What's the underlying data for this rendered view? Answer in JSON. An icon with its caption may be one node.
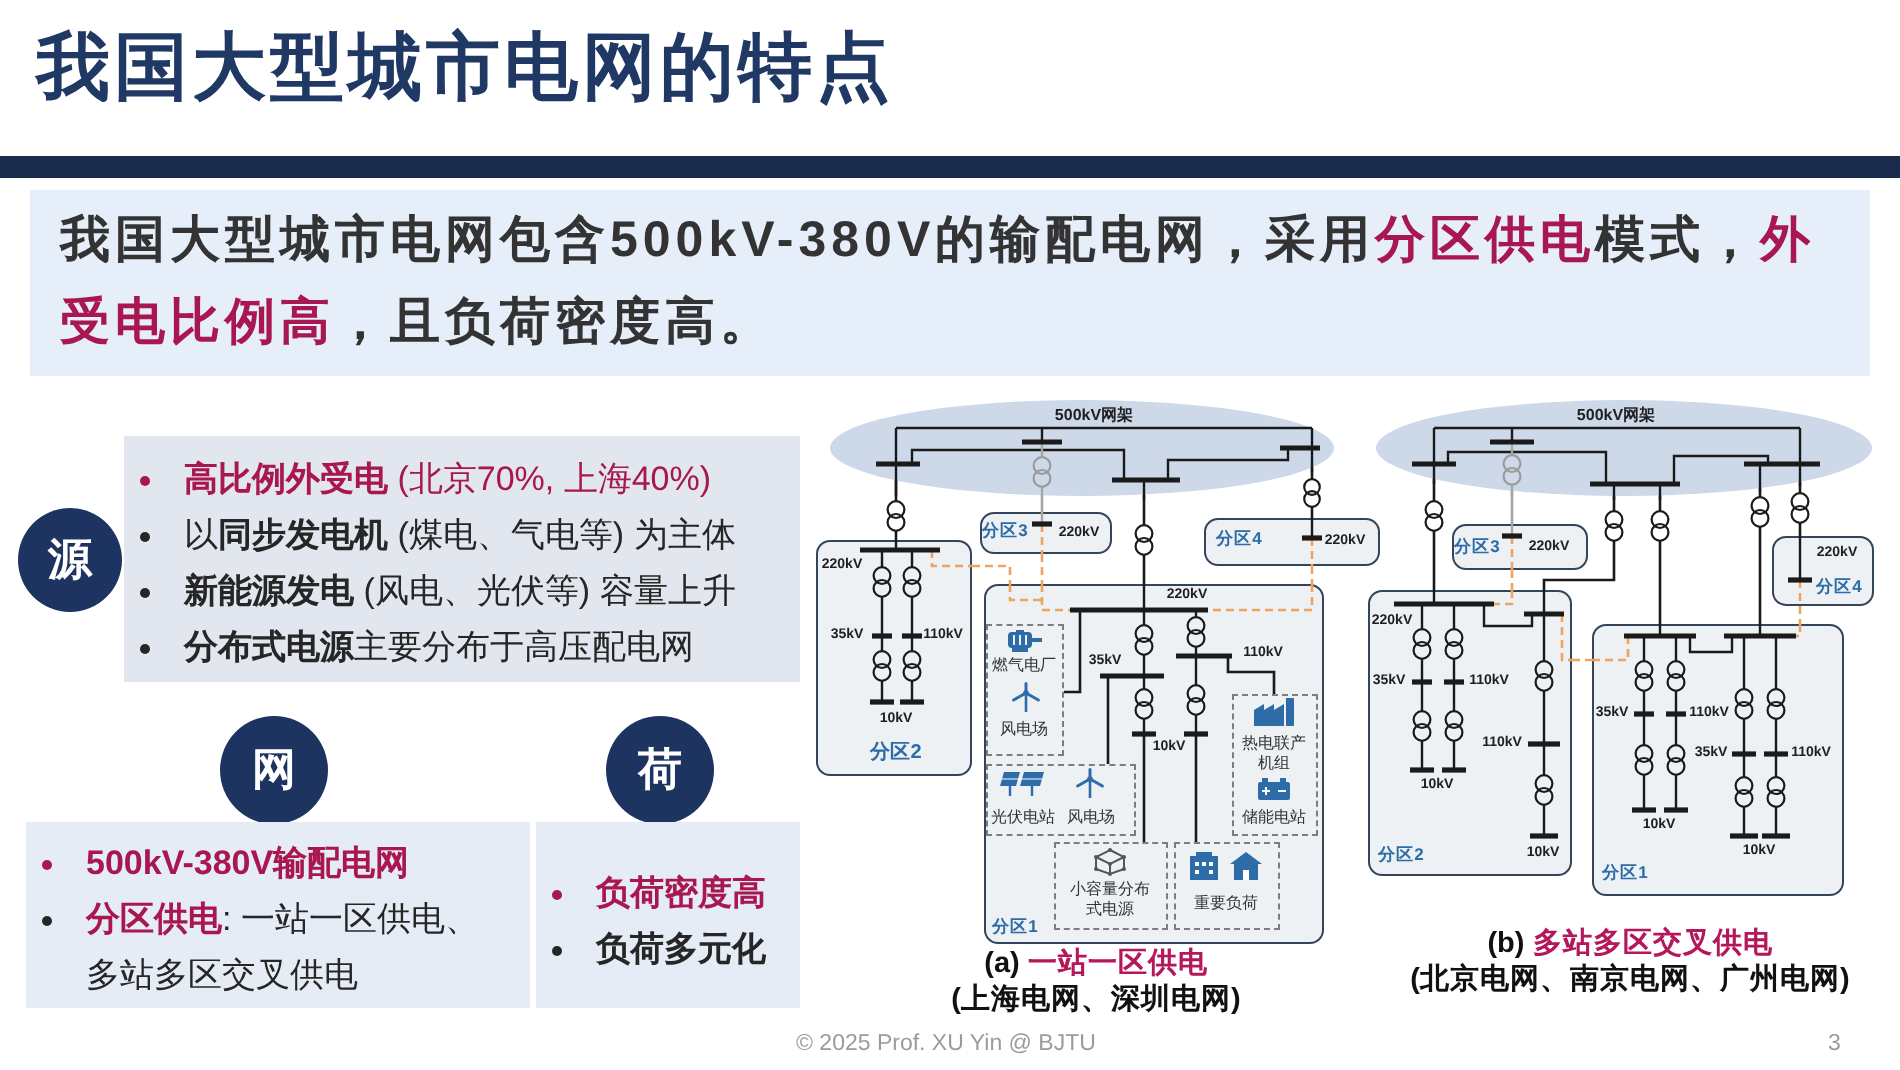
{
  "diagram": {
    "title": "我国大型城市电网的特点",
    "nodes": [
      {
        "text": [
          "源"
        ]
      },
      {
        "text": [
          "**高比例外受电** (北京70%, 上海40%)",
          "以**同步发电机** (煤电、气电等) 为主体",
          "**新能源发电** (风电、光伏等) 容量上升",
          "**分布式电源**主要分布于高压配电网"
        ]
      },
      {
        "text": [
          "网"
        ]
      },
      {
        "text": [
          "荷"
        ]
      },
      {
        "text": [
          "500kV-380V输配电网",
          "**分区供电**: 一站一区供电、多站多区交叉供电"
        ]
      },
      {
        "text": [
          "负荷密度高",
          "负荷多元化"
        ]
      },
      {
        "text": [
          "500kV网架"
        ]
      },
      {
        "text": [
          "分区3",
          "220kV"
        ]
      },
      {
        "text": [
          "分区4",
          "220kV"
        ]
      },
      {
        "text": [
          "220kV",
          "35kV",
          "110kV",
          "10kV",
          "分区2"
        ]
      },
      {
        "text": [
          "220kV",
          "35kV",
          "110kV",
          "10kV",
          "分区1"
        ]
      },
      {
        "text": [
          "燃气电厂",
          "风电场"
        ],
        "in": 10
      },
      {
        "text": [
          "热电联产机组",
          "储能电站"
        ],
        "in": 10
      },
      {
        "text": [
          "光伏电站",
          "风电场"
        ],
        "in": 10
      },
      {
        "text": [
          "小容量分布式电源"
        ],
        "in": 10
      },
      {
        "text": [
          "重要负荷"
        ],
        "in": 10
      },
      {
        "text": [
          "500kV网架"
        ]
      },
      {
        "text": [
          "分区3",
          "220kV"
        ]
      },
      {
        "text": [
          "220kV",
          "分区4"
        ]
      },
      {
        "text": [
          "220kV",
          "35kV",
          "110kV",
          "110kV",
          "10kV",
          "分区2",
          "10kV"
        ]
      },
      {
        "text": [
          "35kV",
          "110kV",
          "35kV",
          "110kV",
          "10kV",
          "10kV",
          "分区1"
        ]
      }
    ],
    "edges": [
      {
        "from": 6,
        "to": 9,
        "arrow": "none"
      },
      {
        "from": 6,
        "to": 7,
        "arrow": "none",
        "color": "#a6a6a6"
      },
      {
        "from": 6,
        "to": 10,
        "arrow": "none"
      },
      {
        "from": 6,
        "to": 8,
        "arrow": "none"
      },
      {
        "from": 9,
        "to": 10,
        "arrow": "none",
        "style": "dashed",
        "color": "#f0a35e"
      },
      {
        "from": 7,
        "to": 10,
        "arrow": "none",
        "style": "dashed",
        "color": "#f0a35e"
      },
      {
        "from": 8,
        "to": 10,
        "arrow": "none",
        "style": "dashed",
        "color": "#f0a35e"
      },
      {
        "from": null,
        "to": 11,
        "arrow": "none"
      },
      {
        "from": null,
        "to": 13,
        "arrow": "none"
      },
      {
        "from": null,
        "to": 14,
        "arrow": "none"
      },
      {
        "from": null,
        "to": 15,
        "arrow": "none"
      },
      {
        "from": null,
        "to": 12,
        "arrow": "none"
      },
      {
        "from": 16,
        "to": 19,
        "arrow": "none"
      },
      {
        "from": 16,
        "to": 17,
        "arrow": "none",
        "color": "#a6a6a6"
      },
      {
        "from": 16,
        "to": 19,
        "arrow": "none"
      },
      {
        "from": 16,
        "to": 20,
        "arrow": "none"
      },
      {
        "from": 16,
        "to": 20,
        "arrow": "none"
      },
      {
        "from": 16,
        "to": 18,
        "arrow": "none"
      },
      {
        "from": 17,
        "to": 19,
        "arrow": "none",
        "style": "dashed",
        "color": "#f0a35e"
      },
      {
        "from": 19,
        "to": 20,
        "arrow": "none",
        "style": "dashed",
        "color": "#f0a35e"
      },
      {
        "from": 18,
        "to": 20,
        "arrow": "none",
        "style": "dashed",
        "color": "#f0a35e"
      }
    ],
    "labels": [
      "我国大型城市电网包含500kV-380V的输配电网，采用**分区供电**模式，**外受电比例高**，且负荷密度高。",
      "(a) **一站一区供电**",
      "(上海电网、深圳电网)",
      "(b) **多站多区交叉供电**",
      "(北京电网、南京电网、广州电网)",
      "© 2025 Prof. XU Yin @ BJTU",
      "3"
    ]
  }
}
